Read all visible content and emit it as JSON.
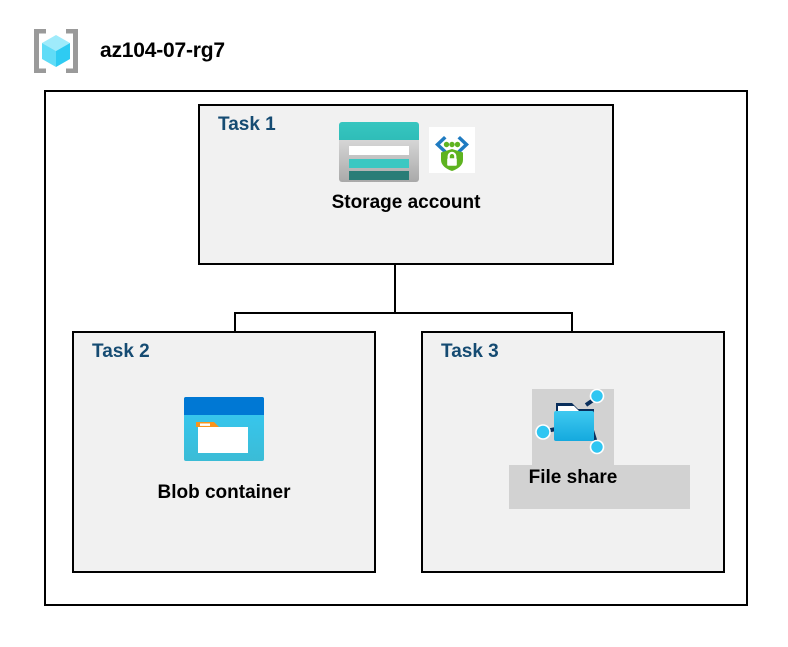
{
  "header": {
    "title": "az104-07-rg7",
    "icon": "resource-group-icon"
  },
  "boundary": {
    "name": "resource-group-boundary"
  },
  "tasks": [
    {
      "label": "Task 1",
      "node": {
        "caption": "Storage account",
        "icon": "storage-account-icon",
        "secondary_icon": "private-endpoint-icon",
        "highlighted": false
      }
    },
    {
      "label": "Task 2",
      "node": {
        "caption": "Blob container",
        "icon": "blob-container-icon",
        "secondary_icon": null,
        "highlighted": false
      }
    },
    {
      "label": "Task 3",
      "node": {
        "caption": "File share",
        "icon": "file-share-icon",
        "secondary_icon": null,
        "highlighted": true
      }
    }
  ],
  "colors": {
    "task_label": "#154B72",
    "task_fill": "#F1F1F1",
    "boundary_stroke": "#000000",
    "connector_stroke": "#000000",
    "highlight_fill": "#D2D2D2",
    "storage_teal": "#32BFBB",
    "storage_teal_dark": "#2A7D77",
    "blob_blue": "#0078D4",
    "blob_cyan": "#32C5F4",
    "blob_orange": "#F7941E",
    "fileshare_cyan": "#32BEEC",
    "fileshare_navy": "#0A2F5C",
    "shield_green": "#5EB320",
    "rg_cube_cyan": "#59E0FA",
    "rg_bracket_gray": "#9A9A9A"
  },
  "connectors": [
    {
      "from": "storage-account",
      "to": "blob-container"
    },
    {
      "from": "storage-account",
      "to": "file-share"
    }
  ]
}
